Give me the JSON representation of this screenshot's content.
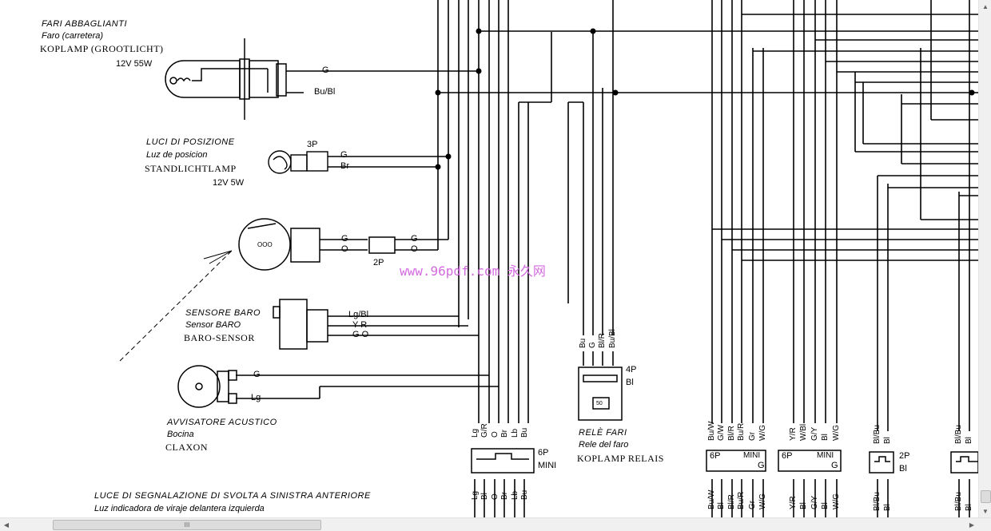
{
  "headlamp": {
    "label_it": "FARI  ABBAGLIANTI",
    "label_es": "Faro (carretera)",
    "label_nl": "KOPLAMP (GROOTLICHT)",
    "rating": "12V 55W",
    "wires": [
      "G",
      "Bu/Bl"
    ]
  },
  "position_light": {
    "label_it": "LUCI DI POSIZIONE",
    "label_es": "Luz de posicion",
    "label_nl": "STANDLICHTLAMP",
    "rating": "12V 5W",
    "connector": "3P",
    "wires": [
      "G",
      "Br"
    ]
  },
  "turn_lamp": {
    "wires_left": [
      "G",
      "O"
    ],
    "wires_right": [
      "G",
      "O"
    ],
    "connector": "2P"
  },
  "baro_sensor": {
    "label_it": "SENSORE BARO",
    "label_es": "Sensor BARO",
    "label_nl": "BARO-SENSOR",
    "wires": [
      "Lg/Bl",
      "Y R",
      "G O"
    ]
  },
  "horn": {
    "label_it": "AVVISATORE ACUSTICO",
    "label_es": "Bocina",
    "label_nl": "CLAXON",
    "wires": [
      "G",
      "Lg"
    ]
  },
  "front_turn": {
    "label_it": "LUCE DI SEGNALAZIONE DI SVOLTA A SINISTRA ANTERIORE",
    "label_es": "Luz indicadora de viraje delantera izquierda"
  },
  "watermark": "www.96pdf.com 永久网",
  "connector_6p_left": {
    "top_wires": [
      "Lg",
      "G/R",
      "O",
      "Br",
      "Lb",
      "Bu"
    ],
    "bottom_wires": [
      "Lg",
      "Bl",
      "O",
      "Br",
      "Lb",
      "Bu"
    ],
    "label": "6P",
    "sub": "MINI"
  },
  "relay": {
    "label_it": "RELÈ FARI",
    "label_es": "Rele del faro",
    "label_nl": "KOPLAMP RELAIS",
    "wires": [
      "Bu",
      "G",
      "Bl/R",
      "Bu/Bl"
    ],
    "connector": "4P",
    "color": "Bl",
    "inner": "50"
  },
  "connector_a": {
    "top_wires": [
      "Bu/W",
      "G/W",
      "Bl/R",
      "Bu/R",
      "Gr",
      "W/G"
    ],
    "bottom_wires": [
      "Bu/W",
      "Bl",
      "Bl/R",
      "Bu/R",
      "Gr",
      "W/G"
    ],
    "label": "6P",
    "mini": "MINI",
    "g": "G"
  },
  "connector_b": {
    "top_wires": [
      "Y/R",
      "W/Bl",
      "G/Y",
      "Bl",
      "W/G"
    ],
    "bottom_wires": [
      "Y/R",
      "Bl",
      "G/Y",
      "Bl",
      "W/G"
    ],
    "label": "6P",
    "mini": "MINI",
    "g": "G"
  },
  "connector_c": {
    "top_wires": [
      "Bl/Bu",
      "Bl"
    ],
    "bottom_wires": [
      "Bl/Bu",
      "Bl"
    ],
    "label": "2P",
    "color": "Bl"
  },
  "connector_d": {
    "top_wires": [
      "Bl/Bu",
      "Bl"
    ],
    "bottom_wires": [
      "Bl/Bu",
      "Bl"
    ]
  },
  "scrollbar": {
    "thumb_label": "III",
    "left_arrow": "◀",
    "right_arrow": "▶",
    "up_arrow": "▲",
    "down_arrow": "▼"
  }
}
